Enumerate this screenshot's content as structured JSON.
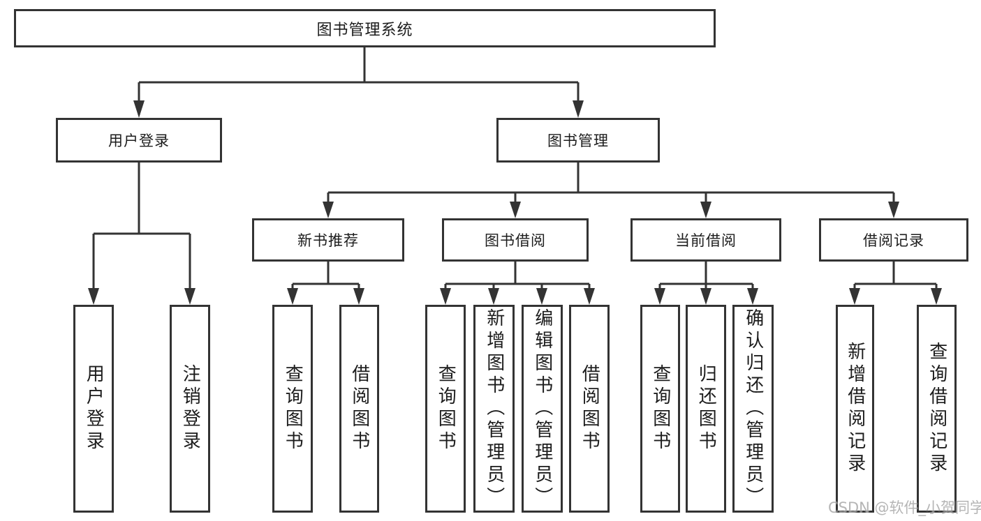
{
  "diagram": {
    "root": {
      "label": "图书管理系统"
    },
    "level2": [
      {
        "label": "用户登录"
      },
      {
        "label": "图书管理"
      }
    ],
    "level3": [
      {
        "label": "新书推荐"
      },
      {
        "label": "图书借阅"
      },
      {
        "label": "当前借阅"
      },
      {
        "label": "借阅记录"
      }
    ],
    "leaves": [
      {
        "label": "用户登录"
      },
      {
        "label": "注销登录"
      },
      {
        "label": "查询图书"
      },
      {
        "label": "借阅图书"
      },
      {
        "label": "查询图书"
      },
      {
        "label": "新增图书（管理员）"
      },
      {
        "label": "编辑图书（管理员）"
      },
      {
        "label": "借阅图书"
      },
      {
        "label": "查询图书"
      },
      {
        "label": "归还图书"
      },
      {
        "label": "确认归还（管理员）"
      },
      {
        "label": "新增借阅记录"
      },
      {
        "label": "查询借阅记录"
      }
    ],
    "watermark": "CSDN @软件_小贺同学",
    "colors": {
      "line": "#333333",
      "box_border": "#333333",
      "text": "#1c1c1c",
      "watermark": "#878787",
      "background": "#ffffff"
    }
  }
}
